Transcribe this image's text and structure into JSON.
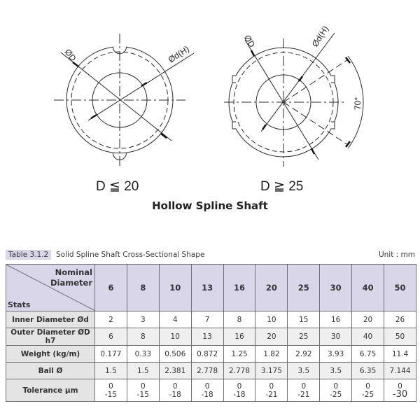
{
  "diagrams": {
    "left": {
      "condition_label": "D ≦ 20",
      "dim_outer": "ØD",
      "dim_inner": "Ød(H)"
    },
    "right": {
      "condition_label": "D ≧ 25",
      "dim_outer": "ØD",
      "dim_inner": "Ød(H)",
      "angle_label": "70°"
    },
    "caption": "Hollow Spline Shaft"
  },
  "table": {
    "tag": "Table 3.1.2",
    "title": "Solid Spline Shaft Cross-Sectional Shape",
    "unit": "Unit : mm",
    "corner_top_line1": "Nominal",
    "corner_top_line2": "Diameter",
    "corner_bottom": "Stats",
    "columns": [
      "6",
      "8",
      "10",
      "13",
      "16",
      "20",
      "25",
      "30",
      "40",
      "50"
    ],
    "rows": [
      {
        "label": "Inner Diameter Ød",
        "values": [
          "2",
          "3",
          "4",
          "7",
          "8",
          "10",
          "15",
          "16",
          "20",
          "26"
        ]
      },
      {
        "label": "Outer Diameter ØD h7",
        "values": [
          "6",
          "8",
          "10",
          "13",
          "16",
          "20",
          "25",
          "30",
          "40",
          "50"
        ]
      },
      {
        "label": "Weight (kg/m)",
        "values": [
          "0.177",
          "0.33",
          "0.506",
          "0.872",
          "1.25",
          "1.82",
          "2.92",
          "3.93",
          "6.75",
          "11.4"
        ]
      },
      {
        "label": "Ball Ø",
        "values": [
          "1.5",
          "1.5",
          "2.381",
          "2.778",
          "2.778",
          "3.175",
          "3.5",
          "3.5",
          "6.35",
          "7.144"
        ]
      },
      {
        "label": "Tolerance μm",
        "upper": [
          "0",
          "0",
          "0",
          "0",
          "0",
          "0",
          "0",
          "0",
          "0",
          "0"
        ],
        "lower": [
          "-15",
          "-15",
          "-18",
          "-18",
          "-18",
          "-21",
          "-21",
          "-25",
          "-25",
          "-30"
        ]
      }
    ]
  },
  "colors": {
    "header_bg": "#d9d6ea",
    "stat_bg": "#e4e4e4",
    "shade_bg": "#efefef",
    "border": "#6f6f74"
  }
}
